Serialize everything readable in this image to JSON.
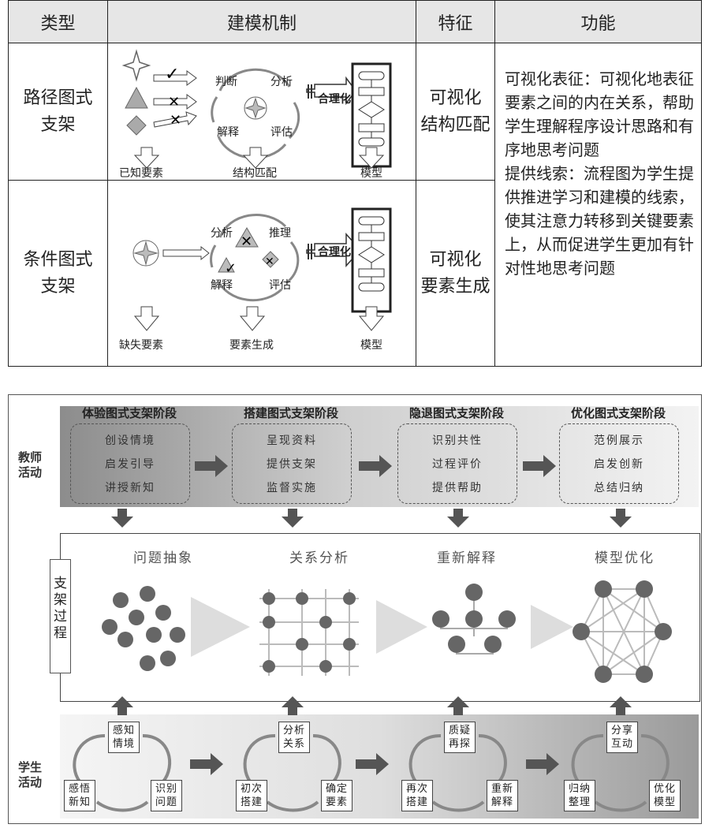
{
  "table": {
    "headers": [
      "类型",
      "建模机制",
      "特征",
      "功能"
    ],
    "rows": [
      {
        "type": "路径图式\n支架",
        "feature": "可视化\n结构匹配",
        "mechanism": {
          "left": "已知要素",
          "cycle": [
            "判断",
            "分析",
            "解释",
            "评估"
          ],
          "middle": "结构匹配",
          "arrow": "合理化",
          "right": "模型"
        }
      },
      {
        "type": "条件图式\n支架",
        "feature": "可视化\n要素生成",
        "mechanism": {
          "left": "缺失要素",
          "cycle": [
            "分析",
            "推理",
            "解释",
            "评估"
          ],
          "middle": "要素生成",
          "arrow": "合理化",
          "right": "模型"
        }
      }
    ],
    "function": "可视化表征：可视化地表征要素之间的内在关系，帮助学生理解程序设计思路和有序地思考问题\n提供线索：流程图为学生提供推进学习和建模的线索，使其注意力转移到关键要素上，从而促进学生更加有针对性地思考问题"
  },
  "figure": {
    "teacher_label": "教师活动",
    "student_label": "学生活动",
    "scaffold_label": "支架过程",
    "stages": [
      {
        "title": "体验图式支架阶段",
        "teacher": [
          "创设情境",
          "启发引导",
          "讲授新知"
        ],
        "process": "问题抽象",
        "student": {
          "top": "感知情境",
          "left": "感悟新知",
          "right": "识别问题"
        }
      },
      {
        "title": "搭建图式支架阶段",
        "teacher": [
          "呈现资料",
          "提供支架",
          "监督实施"
        ],
        "process": "关系分析",
        "student": {
          "top": "分析关系",
          "left": "初次搭建",
          "right": "确定要素"
        }
      },
      {
        "title": "隐退图式支架阶段",
        "teacher": [
          "识别共性",
          "过程评价",
          "提供帮助"
        ],
        "process": "重新解释",
        "student": {
          "top": "质疑再探",
          "left": "再次搭建",
          "right": "重新解释"
        }
      },
      {
        "title": "优化图式支架阶段",
        "teacher": [
          "范例展示",
          "启发创新",
          "总结归纳"
        ],
        "process": "模型优化",
        "student": {
          "top": "分享互动",
          "left": "归纳整理",
          "right": "优化模型"
        }
      }
    ],
    "colors": {
      "node": "#666666",
      "edge": "#999999",
      "arrow": "#555555"
    }
  }
}
